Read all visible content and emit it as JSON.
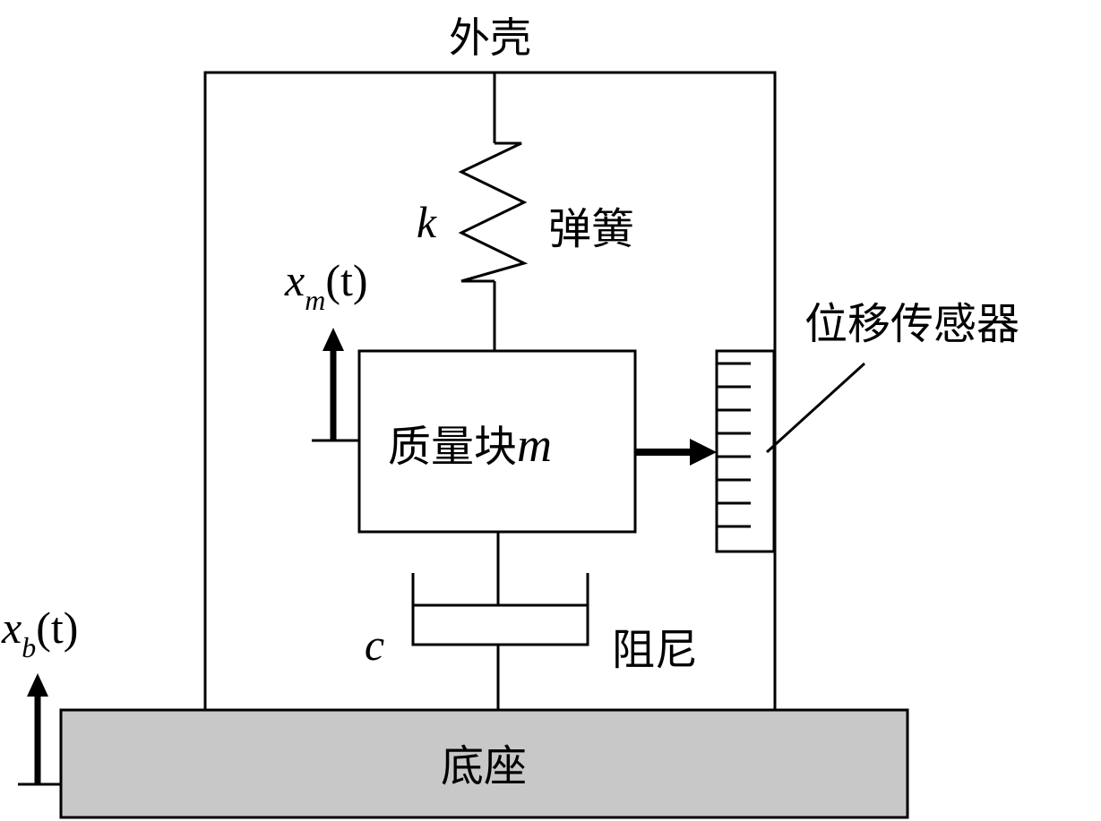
{
  "labels": {
    "housing": "外壳",
    "spring": "弹簧",
    "mass": "质量块",
    "damper": "阻尼",
    "sensor": "位移传感器",
    "base": "底座"
  },
  "symbols": {
    "spring_constant": "k",
    "mass_symbol": "m",
    "damping_coefficient": "c",
    "mass_displacement": {
      "var": "x",
      "sub": "m",
      "arg": "(t)"
    },
    "base_displacement": {
      "var": "x",
      "sub": "b",
      "arg": "(t)"
    }
  },
  "colors": {
    "stroke": "#000000",
    "base_fill": "#c8c8c8",
    "background": "#ffffff"
  }
}
